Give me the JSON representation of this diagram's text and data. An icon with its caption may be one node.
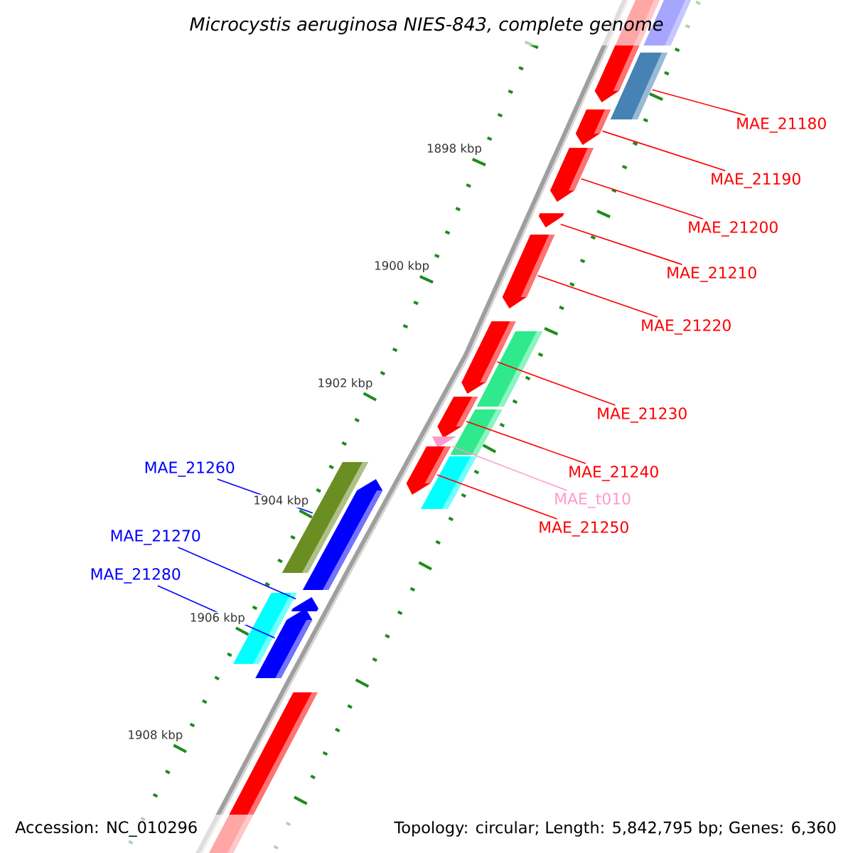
{
  "diagram": {
    "title": "Microcystis aeruginosa NIES-843, complete genome",
    "nodes": [
      {
        "text": [],
        "shape": "bar"
      },
      {
        "text": [],
        "shape": "pentagon"
      },
      {
        "text": [],
        "shape": "bar"
      },
      {
        "text": [],
        "shape": "pentagon"
      },
      {
        "text": [],
        "shape": "pentagon"
      },
      {
        "text": [],
        "shape": "pentagon"
      },
      {
        "text": [],
        "shape": "pentagon"
      },
      {
        "text": [],
        "shape": "pentagon"
      },
      {
        "text": [],
        "shape": "bar"
      },
      {
        "text": [],
        "shape": "pentagon"
      },
      {
        "text": [],
        "shape": "bar"
      },
      {
        "text": [],
        "shape": "pentagon"
      },
      {
        "text": [],
        "shape": "pentagon"
      },
      {
        "text": [],
        "shape": "bar"
      },
      {
        "text": [],
        "shape": "bar"
      },
      {
        "text": [],
        "shape": "pentagon"
      },
      {
        "text": [],
        "shape": "bar"
      },
      {
        "text": [],
        "shape": "pentagon"
      },
      {
        "text": [],
        "shape": "pentagon"
      },
      {
        "text": [],
        "shape": "bar"
      },
      {
        "text": [
          "MAE_21180"
        ]
      },
      {
        "text": [
          "MAE_21190"
        ]
      },
      {
        "text": [
          "MAE_21200"
        ]
      },
      {
        "text": [
          "MAE_21210"
        ]
      },
      {
        "text": [
          "MAE_21220"
        ]
      },
      {
        "text": [
          "MAE_21230"
        ]
      },
      {
        "text": [
          "MAE_21240"
        ]
      },
      {
        "text": [
          "MAE_t010"
        ]
      },
      {
        "text": [
          "MAE_21250"
        ]
      },
      {
        "text": [
          "MAE_21260"
        ]
      },
      {
        "text": [
          "MAE_21270"
        ]
      },
      {
        "text": [
          "MAE_21280"
        ]
      }
    ],
    "edges": [
      {
        "from": 20,
        "to": 2,
        "arrow": "none"
      },
      {
        "from": 21,
        "to": 3,
        "arrow": "none"
      },
      {
        "from": 22,
        "to": 4,
        "arrow": "none"
      },
      {
        "from": 23,
        "to": 5,
        "arrow": "none"
      },
      {
        "from": 24,
        "to": 6,
        "arrow": "none"
      },
      {
        "from": 25,
        "to": 7,
        "arrow": "none"
      },
      {
        "from": 26,
        "to": 9,
        "arrow": "none"
      },
      {
        "from": 27,
        "to": 11,
        "arrow": "none",
        "color": "#ff99cc"
      },
      {
        "from": 28,
        "to": 12,
        "arrow": "none"
      },
      {
        "from": 29,
        "to": 14,
        "arrow": "none",
        "color": "#0000ff"
      },
      {
        "from": 30,
        "to": 17,
        "arrow": "none",
        "color": "#0000ff"
      },
      {
        "from": 31,
        "to": 18,
        "arrow": "none",
        "color": "#0000ff"
      }
    ],
    "labels": [
      "1898 kbp",
      "1900 kbp",
      "1902 kbp",
      "1904 kbp",
      "1906 kbp",
      "1908 kbp",
      "Accession: NC_010296",
      "Topology: circular; Length: 5,842,795 bp; Genes: 6,360"
    ]
  }
}
